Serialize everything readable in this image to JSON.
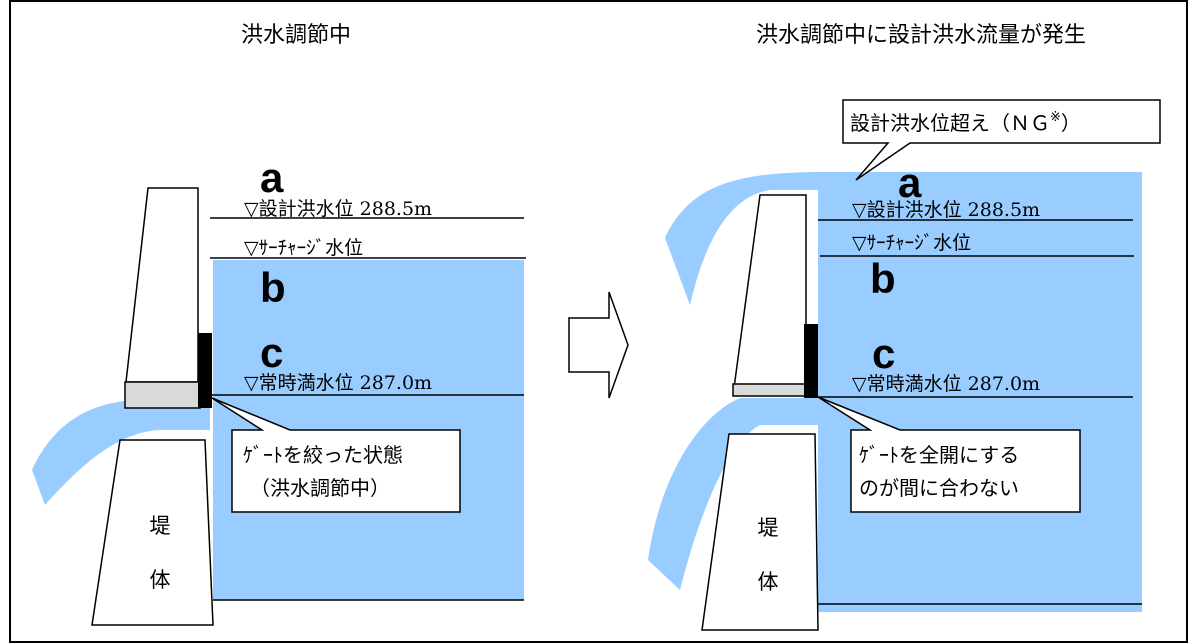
{
  "left_panel": {
    "title": "洪水調節中",
    "level_design_flood": "▽設計洪水位 288.5m",
    "level_surcharge": "▽ｻｰﾁｬｰｼﾞ水位",
    "level_normal": "▽常時満水位 287.0m",
    "label_a": "a",
    "label_b": "b",
    "label_c": "c",
    "callout_line1": "ｹﾞｰﾄを絞った状態",
    "callout_line2": "（洪水調節中）",
    "dam_char1": "堤",
    "dam_char2": "体"
  },
  "right_panel": {
    "title": "洪水調節中に設計洪水流量が発生",
    "top_callout": "設計洪水位超え（ＮＧ",
    "top_callout_mark": "※",
    "top_callout_close": "）",
    "level_design_flood": "▽設計洪水位 288.5m",
    "level_surcharge": "▽ｻｰﾁｬｰｼﾞ水位",
    "level_normal": "▽常時満水位 287.0m",
    "label_a": "a",
    "label_b": "b",
    "label_c": "c",
    "callout_line1": "ｹﾞｰﾄを全開にする",
    "callout_line2": "のが間に合わない",
    "dam_char1": "堤",
    "dam_char2": "体"
  },
  "colors": {
    "water": "#99CCFF",
    "gate": "#000000",
    "gate_sill": "#D9D9D9",
    "outline": "#000000"
  }
}
